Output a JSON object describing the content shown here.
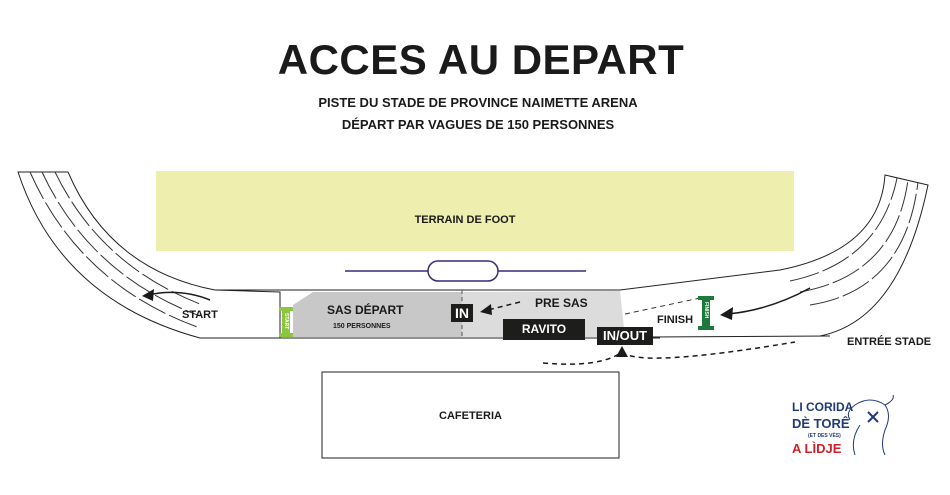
{
  "title": "ACCES AU DEPART",
  "subtitle_line1": "PISTE DU STADE DE PROVINCE NAIMETTE ARENA",
  "subtitle_line2": "DÉPART PAR VAGUES DE 150 PERSONNES",
  "zones": {
    "football_field": "TERRAIN DE FOOT",
    "sas_depart": "SAS DÉPART",
    "sas_capacity": "150 PERSONNES",
    "pre_sas": "PRE SAS",
    "ravito": "RAVITO",
    "in": "IN",
    "in_out": "IN/OUT",
    "start": "START",
    "finish": "FINISH",
    "stadium_entrance": "ENTRÉE STADE",
    "cafeteria": "CAFETERIA",
    "start_arch": "START",
    "finish_arch": "FINISH"
  },
  "logo": {
    "line1": "LI CORIDA",
    "line2": "DÈ TORÊ",
    "line3": "(ET DES VÈS)",
    "line4": "A LÌDJE"
  },
  "colors": {
    "field": "#eeeeae",
    "sas": "#c8c8c8",
    "pre_sas": "#dcdcdc",
    "start_green": "#8cc63f",
    "finish_green": "#1e7a3c",
    "ellipse": "#3a2a7a",
    "logo_blue": "#1f3a7a",
    "logo_red": "#d0202a"
  }
}
